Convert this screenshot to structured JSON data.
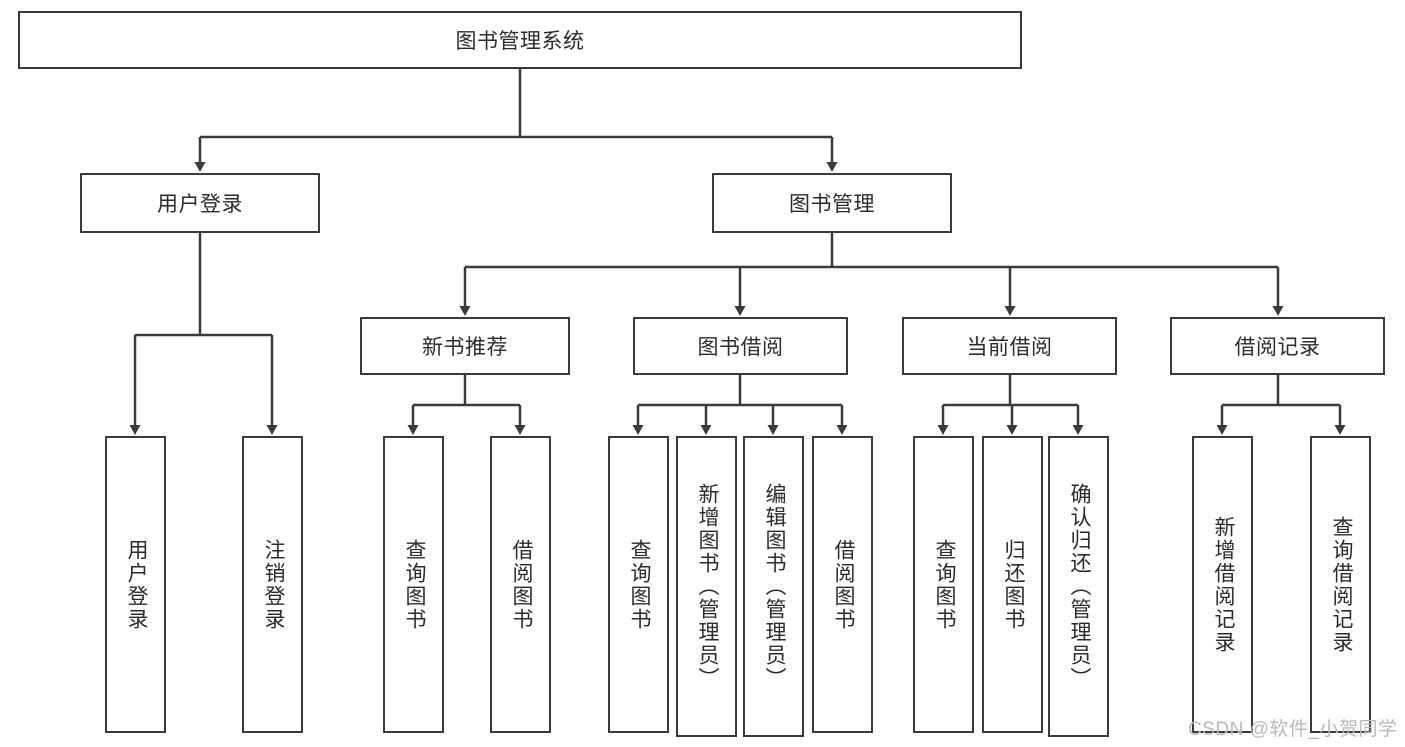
{
  "diagram": {
    "type": "tree-hierarchy",
    "title": "图书管理系统",
    "orientation": "top-down",
    "colors": {
      "box_border": "#3a3a3a",
      "box_fill": "#ffffff",
      "text": "#2b2b2b",
      "edge": "#3a3a3a",
      "watermark": "#b9b9b9",
      "background": "#ffffff"
    },
    "root": {
      "label": "图书管理系统"
    },
    "level2": [
      {
        "label": "用户登录"
      },
      {
        "label": "图书管理"
      }
    ],
    "level3": [
      {
        "label": "新书推荐"
      },
      {
        "label": "图书借阅"
      },
      {
        "label": "当前借阅"
      },
      {
        "label": "借阅记录"
      }
    ],
    "leaves": {
      "user_login": [
        {
          "label": "用户登录"
        },
        {
          "label": "注销登录"
        }
      ],
      "new_book_recommend": [
        {
          "label": "查询图书"
        },
        {
          "label": "借阅图书"
        }
      ],
      "book_borrow": [
        {
          "label": "查询图书"
        },
        {
          "label": "新增图书（管理员）"
        },
        {
          "label": "编辑图书（管理员）"
        },
        {
          "label": "借阅图书"
        }
      ],
      "current_borrow": [
        {
          "label": "查询图书"
        },
        {
          "label": "归还图书"
        },
        {
          "label": "确认归还（管理员）"
        }
      ],
      "borrow_record": [
        {
          "label": "新增借阅记录"
        },
        {
          "label": "查询借阅记录"
        }
      ]
    },
    "watermark": "CSDN @软件_小贺同学"
  }
}
